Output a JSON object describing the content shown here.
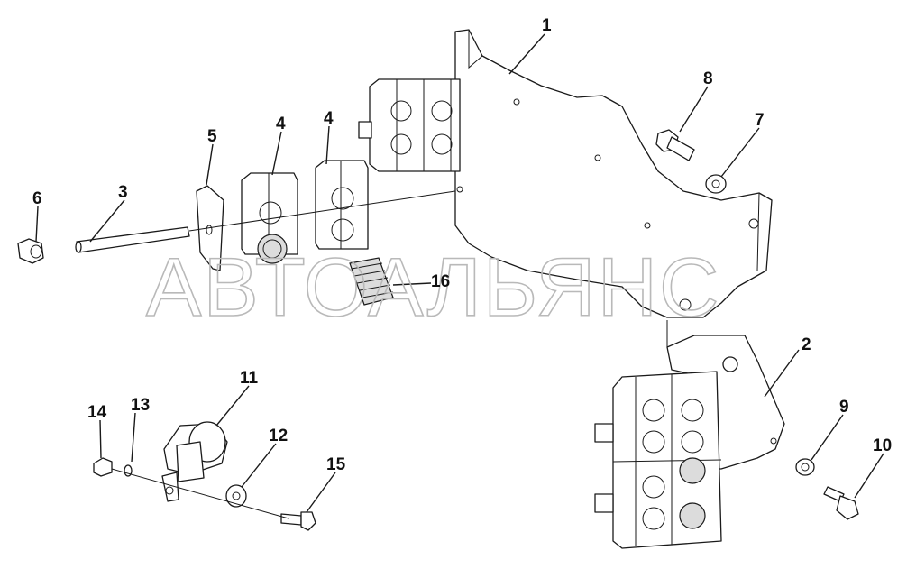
{
  "watermark": "АВТОАЛЬЯНС",
  "callouts": {
    "c1": "1",
    "c2": "2",
    "c3": "3",
    "c4a": "4",
    "c4b": "4",
    "c5": "5",
    "c6": "6",
    "c7": "7",
    "c8": "8",
    "c9": "9",
    "c10": "10",
    "c11": "11",
    "c12": "12",
    "c13": "13",
    "c14": "14",
    "c15": "15",
    "c16": "16"
  }
}
